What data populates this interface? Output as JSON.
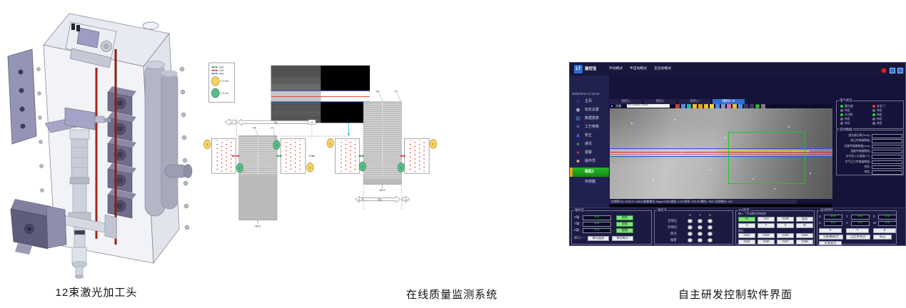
{
  "captions": {
    "left": "12束激光加工头",
    "middle": "在线质量监测系统",
    "right": "自主研发控制软件界面"
  },
  "legend": {
    "arrows": [
      {
        "label": "加速区"
      },
      {
        "label": "匀速区"
      },
      {
        "label": "减速区"
      }
    ],
    "ccd1": "CCD₁ 检测",
    "ccd2": "CCD₂ 定位"
  },
  "diagram": {
    "scribe": "划线",
    "locate": "定位",
    "stroke": "行程",
    "decel": "减速",
    "accel": "加速",
    "x_axis": "◄X轴►",
    "x_platform": "X轴平台",
    "y_platform": "Y轴平台",
    "badge1": "1",
    "badge2": "2"
  },
  "software": {
    "logo": "LT",
    "app_name": "激控宝",
    "menus": [
      "手动模式",
      "半自动模式",
      "全自动模式"
    ],
    "datetime": "2025/10/15 17:41:13",
    "sidebar": [
      {
        "icon": "home-icon",
        "label": "主页"
      },
      {
        "icon": "camera-icon",
        "label": "标定设置"
      },
      {
        "icon": "report-icon",
        "label": "数据报表"
      },
      {
        "icon": "process-icon",
        "label": "工艺参数"
      },
      {
        "icon": "user-icon",
        "label": "校正"
      },
      {
        "icon": "comm-icon",
        "label": "通讯"
      },
      {
        "icon": "alarm-icon",
        "label": "报警"
      },
      {
        "icon": "operator-icon",
        "label": "操作员"
      },
      {
        "icon": "none",
        "label": "相机2"
      },
      {
        "icon": "none",
        "label": "传感器"
      }
    ],
    "tabs": [
      {
        "label": "相机1"
      },
      {
        "label": "相机2"
      },
      {
        "label": "相机3"
      },
      {
        "label": "相机4"
      }
    ],
    "close_glyph": "✕",
    "toolbar": {
      "acquire": "采集",
      "device": "MV-CA060-10GM"
    },
    "statusbar": "分辨率 W: 1024  H: 1464  |图像格式: BayerGB8  增益: 0.00  帧率: 132.30  曝光: 7087  丢帧统计: 0/4",
    "electrical": {
      "title": "电气状态",
      "left": [
        {
          "label": "激光器",
          "state": "g"
        },
        {
          "label": "待定",
          "state": "x"
        },
        {
          "label": "水冷机",
          "state": "g"
        },
        {
          "label": "待定",
          "state": "x"
        },
        {
          "label": "待定",
          "state": "x"
        }
      ],
      "right": [
        {
          "label": "安全门",
          "state": "r"
        },
        {
          "label": "待定",
          "state": "x"
        },
        {
          "label": "待定",
          "state": "g"
        },
        {
          "label": "待定",
          "state": "x"
        },
        {
          "label": "待定",
          "state": "x"
        }
      ]
    },
    "realtime": {
      "title": "实时数据",
      "rows": [
        {
          "label": "激光器功率(%/W):"
        },
        {
          "label": "粉尘传感器数据:"
        },
        {
          "label": "位移传感器数据(mm):"
        },
        {
          "label": "温度传感器数据:"
        },
        {
          "label": "水冷机入水温度(°C):"
        },
        {
          "label": "空气压力传感器数据:"
        },
        {
          "label": "待定:"
        },
        {
          "label": "待定:"
        }
      ]
    },
    "axis_status": {
      "title": "轴状态",
      "rows": [
        {
          "label": "X轴:",
          "value": "0.0",
          "btn": "使能"
        },
        {
          "label": "Y轴:",
          "value": "0.0",
          "btn": "使能"
        },
        {
          "label": "Z轴:",
          "value": "0.0",
          "btn": "使能"
        }
      ],
      "serial_label": "串口:",
      "serial_dash": "—",
      "buttons": [
        "串口连接",
        "串口断开"
      ]
    },
    "axis_signals": {
      "title": "轴信号",
      "cols": [
        "X",
        "Y",
        "Z"
      ],
      "rows": [
        "正限位",
        "负限位",
        "原点",
        "报警"
      ]
    },
    "io": {
      "title": "I/O监控",
      "input_label": "输入（手动模式时有效）:",
      "steps": [
        "X1",
        "X10",
        "X100",
        "连续"
      ],
      "axes": [
        "X",
        "Y",
        "Z",
        "W"
      ],
      "output_label": "输出:",
      "outs": [
        "Out1",
        "Out2",
        "Out3",
        "Out4",
        "Out5",
        "Out6",
        "Out7",
        "Out8"
      ]
    },
    "motion": {
      "title": "运动控制",
      "coords": [
        {
          "axis": "X",
          "value": "0.0"
        },
        {
          "axis": "Y",
          "value": "0.0"
        },
        {
          "axis": "Z",
          "value": "0.0"
        },
        {
          "axis": "U",
          "value": "0.0"
        },
        {
          "axis": "V",
          "value": "0.0"
        },
        {
          "axis": "W",
          "value": "0.0"
        }
      ],
      "jog": [
        "X",
        "Y",
        "Z"
      ],
      "actions": [
        "回机械原点",
        "回工件原点",
        "停止"
      ],
      "reset": "位置复位"
    }
  }
}
